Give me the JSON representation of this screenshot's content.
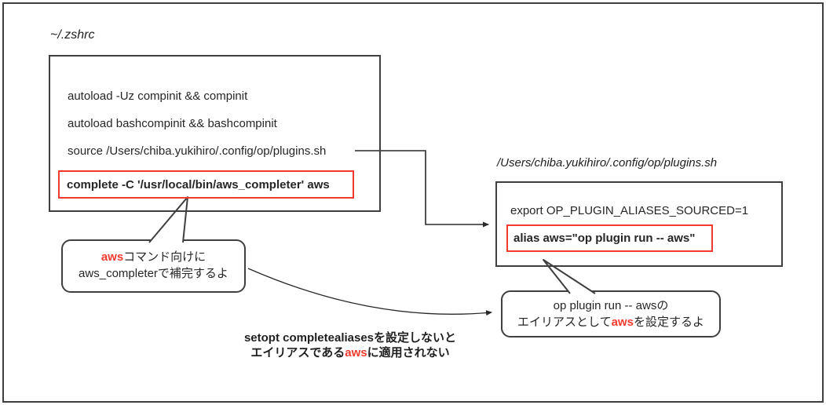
{
  "colors": {
    "accent_red": "#f23b2e",
    "line_dark": "#3f3f3f",
    "ink": "#262626"
  },
  "zshrc": {
    "title": "~/.zshrc",
    "lines": [
      "autoload -Uz compinit && compinit",
      "autoload bashcompinit && bashcompinit",
      "source /Users/chiba.yukihiro/.config/op/plugins.sh"
    ],
    "highlighted_line": "complete -C '/usr/local/bin/aws_completer' aws"
  },
  "plugins_sh": {
    "title": "/Users/chiba.yukihiro/.config/op/plugins.sh",
    "lines": [
      "export OP_PLUGIN_ALIASES_SOURCED=1"
    ],
    "highlighted_line": "alias aws=\"op plugin run -- aws\""
  },
  "bubble_left": {
    "line1_accent": "aws",
    "line1_rest": "コマンド向けに",
    "line2": "aws_completerで補完するよ"
  },
  "bubble_right": {
    "line1": "op plugin run -- awsの",
    "line2_pre": "エイリアスとして",
    "line2_accent": "aws",
    "line2_post": "を設定するよ"
  },
  "note": {
    "line1": "setopt completealiasesを設定しないと",
    "line2_pre": "エイリアスである",
    "line2_accent": "aws",
    "line2_post": "に適用されない"
  }
}
